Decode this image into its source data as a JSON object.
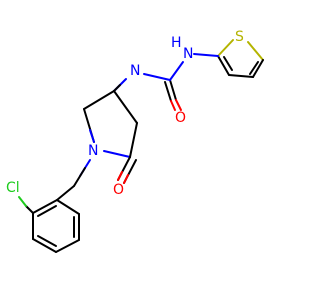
{
  "molecule": {
    "atoms": {
      "h": "H",
      "n_urea_thio": "N",
      "s": "S",
      "n_urea_ring": "N",
      "o_urea": "O",
      "n_lactam": "N",
      "o_lactam": "O",
      "cl": "Cl"
    },
    "colors": {
      "carbon_bond": "#000000",
      "nitrogen": "#0000ff",
      "oxygen": "#ff0000",
      "sulfur": "#b4b400",
      "chlorine": "#1fcc1f",
      "background": "#ffffff"
    }
  }
}
